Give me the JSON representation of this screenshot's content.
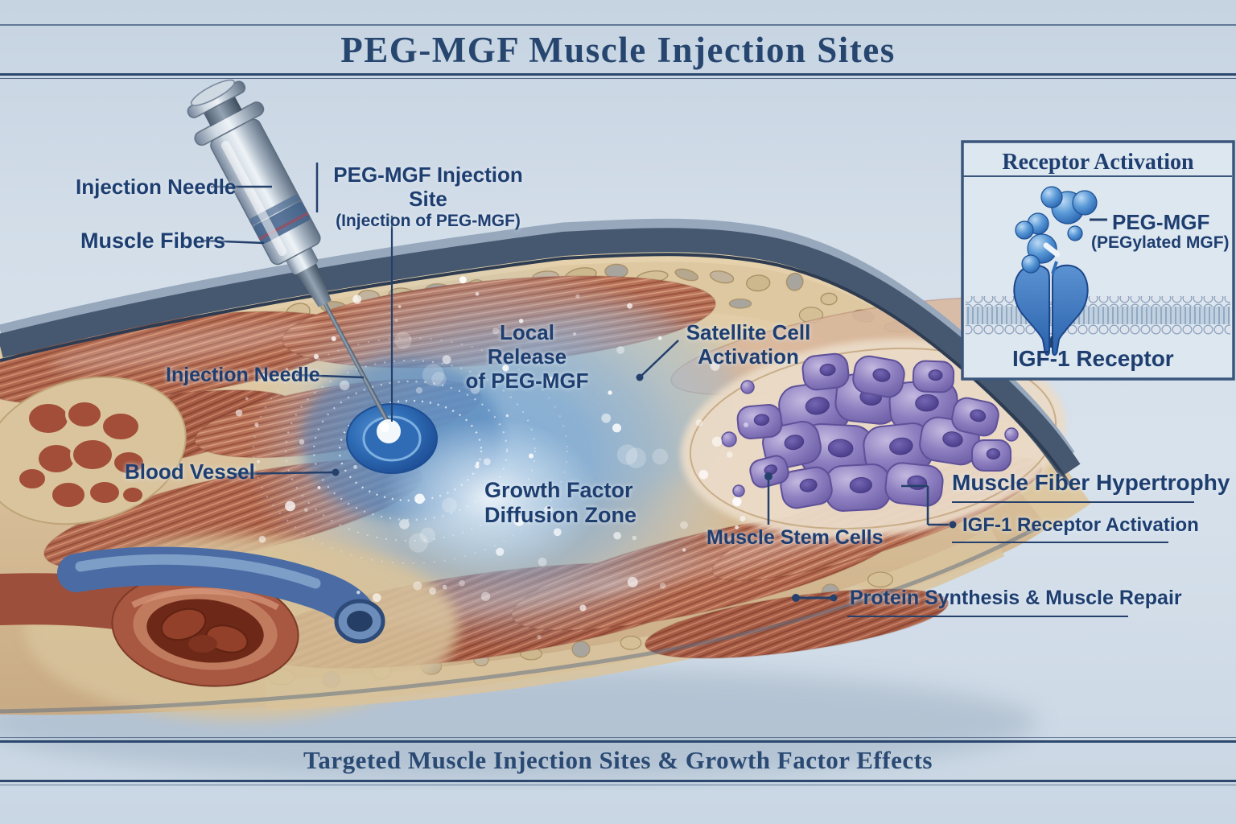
{
  "header": {
    "title": "PEG-MGF Muscle Injection Sites"
  },
  "footer": {
    "caption": "Targeted Muscle Injection Sites & Growth Factor Effects"
  },
  "labels": {
    "injection_needle_top": "Injection Needle",
    "muscle_fibers": "Muscle Fibers",
    "peg_injection_site": {
      "line1": "PEG-MGF Injection Site",
      "line2": "(Injection of PEG-MGF)"
    },
    "injection_needle_inner": "Injection Needle",
    "blood_vessel": "Blood Vessel",
    "local_release": {
      "line1": "Local Release",
      "line2": "of PEG-MGF"
    },
    "satellite_cell": {
      "line1": "Satellite Cell",
      "line2": "Activation"
    },
    "diffusion_zone": {
      "line1": "Growth Factor",
      "line2": "Diffusion Zone"
    },
    "muscle_stem_cells": "Muscle Stem Cells",
    "muscle_fiber_hypertrophy": "Muscle Fiber Hypertrophy",
    "igf1_receptor_activation": "IGF-1 Receptor Activation",
    "protein_synthesis": "Protein Synthesis & Muscle Repair"
  },
  "inset": {
    "title": "Receptor Activation",
    "ligand_label": "PEG-MGF",
    "ligand_sub": "(PEGylated MGF)",
    "receptor_label": "IGF-1 Receptor"
  },
  "colors": {
    "label_navy": "#1e3e70",
    "title_navy": "#27466f",
    "injection_blue": "#2e6cb5",
    "diffusion_blue": "#7fb0d8",
    "muscle_red": "#b06a52",
    "fat_tan": "#dcc7a0",
    "satellite_purple": "#8a7bba",
    "vein_blue": "#4a6ba4",
    "background": "#c9d6e3"
  }
}
